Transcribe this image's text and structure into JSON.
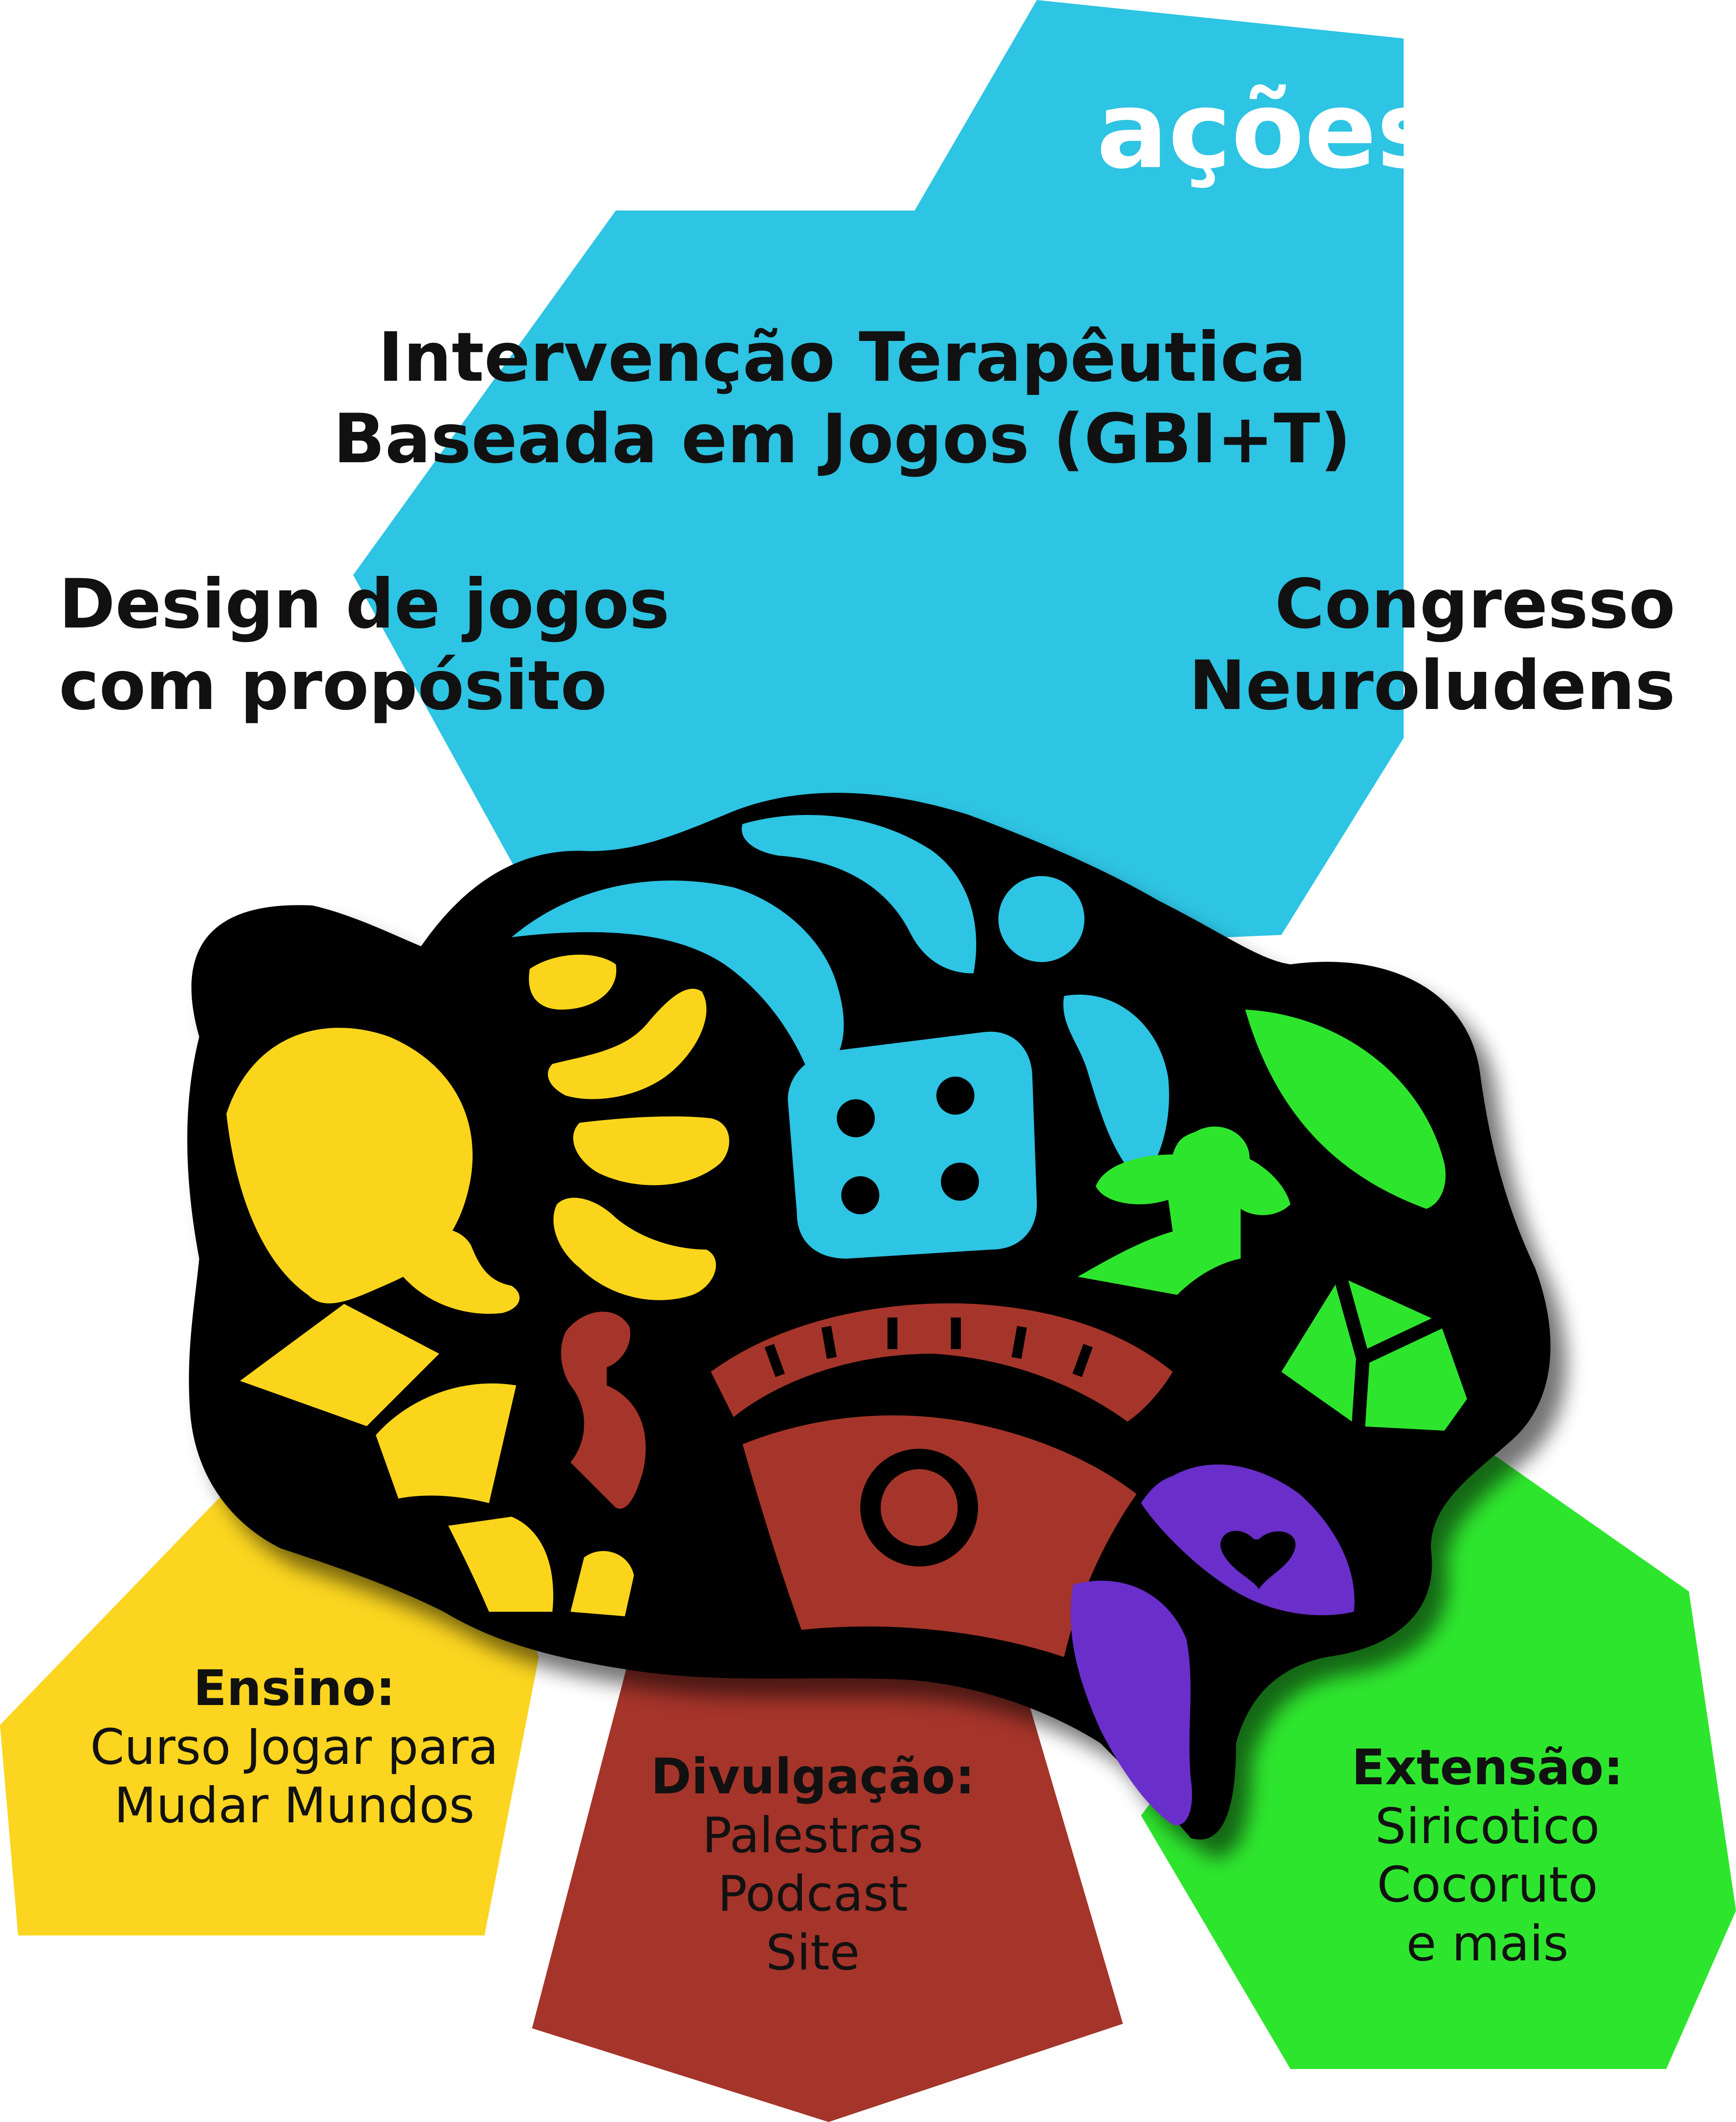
{
  "title": "ações",
  "actions": {
    "gbit": {
      "lines": [
        "Intervenção Terapêutica",
        "Baseada em Jogos (GBI+T)"
      ]
    },
    "design": {
      "lines": [
        "Design de jogos",
        "com propósito"
      ]
    },
    "congresso": {
      "lines": [
        "Congresso",
        "Neuroludens"
      ]
    },
    "ensino": {
      "heading": "Ensino:",
      "lines": [
        "Curso Jogar para",
        "Mudar Mundos"
      ]
    },
    "divulgacao": {
      "heading": "Divulgação:",
      "lines": [
        "Palestras",
        "Podcast",
        "Site"
      ]
    },
    "extensao": {
      "heading": "Extensão:",
      "lines": [
        "Siricotico",
        "Cocoruto",
        "e mais"
      ]
    }
  },
  "colors": {
    "blue": "#2ec4e3",
    "yellow": "#fbd51f",
    "red": "#a5342a",
    "green": "#2ee52e",
    "purple": "#6a2ecb",
    "outline": "#000000"
  },
  "icons": [
    "brain-icon",
    "dice-icon",
    "meeple-icon",
    "heart-icon",
    "d20-icon",
    "eye-icon",
    "gear-icon"
  ]
}
